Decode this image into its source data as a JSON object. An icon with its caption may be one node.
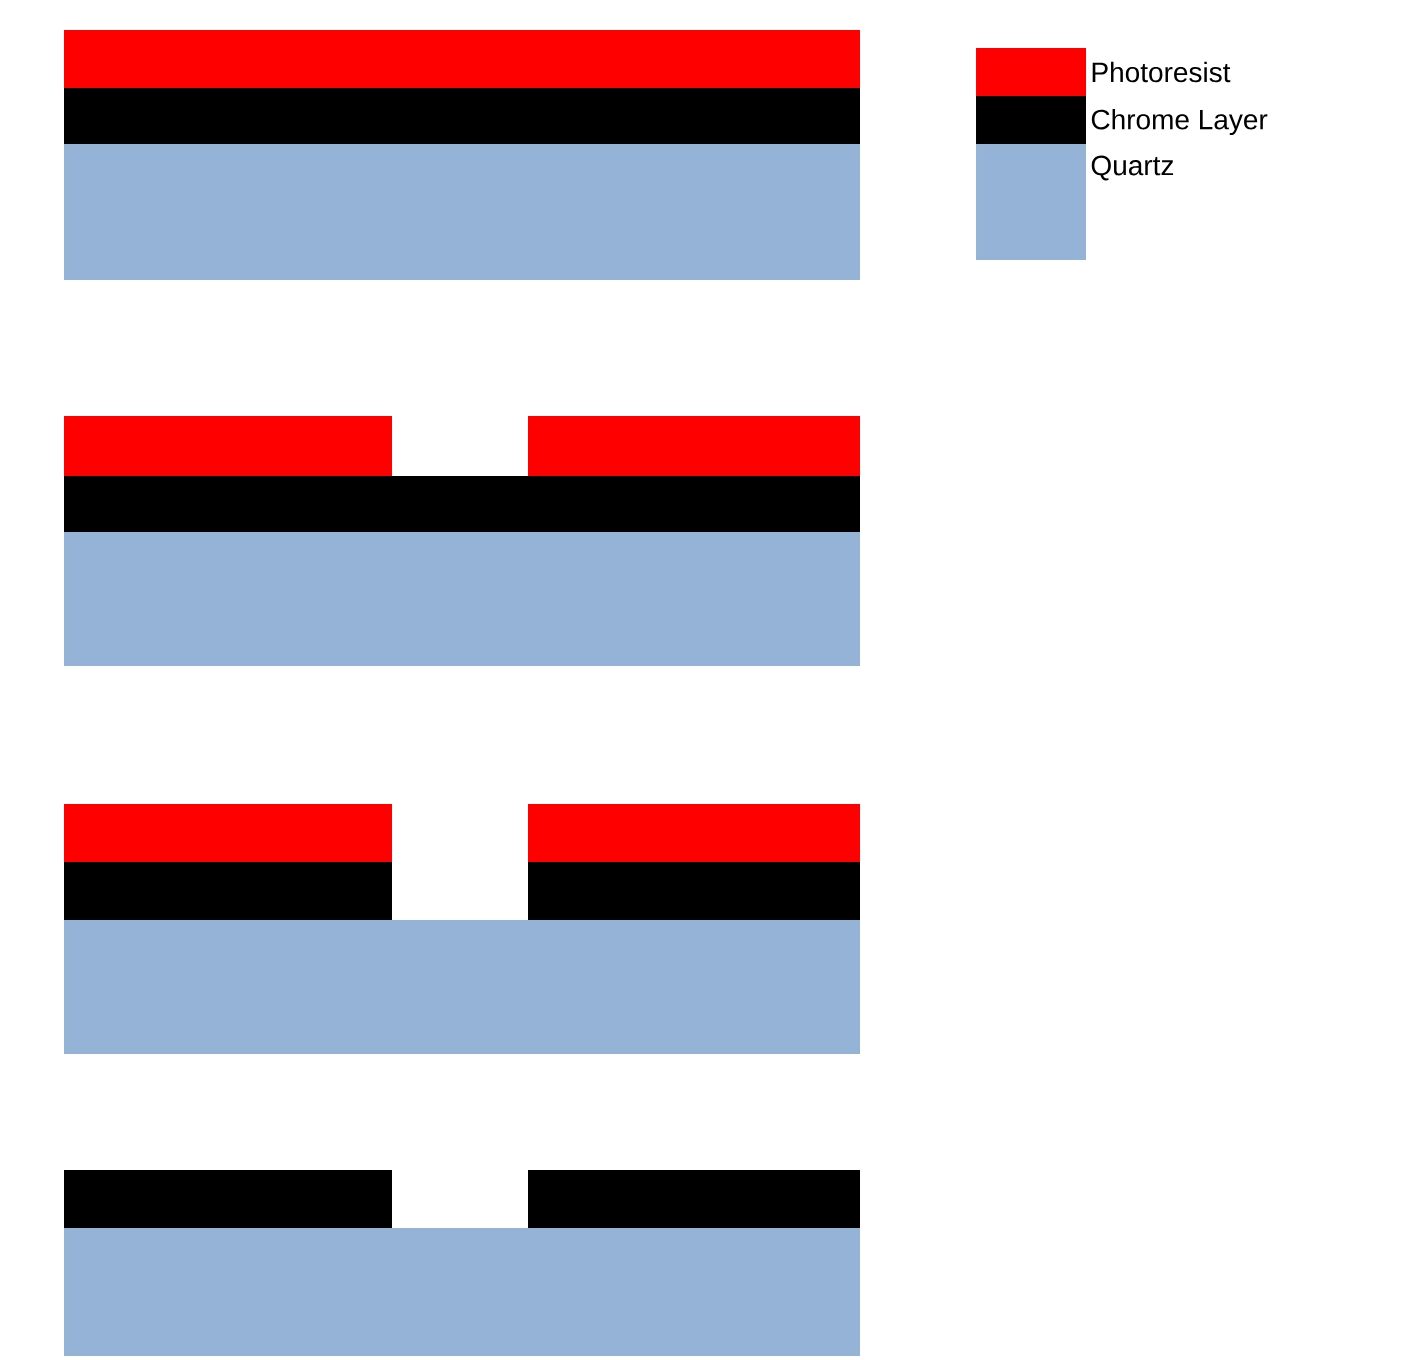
{
  "diagram": {
    "legend": [
      {
        "text": "Photoresist",
        "color": "#ff0000"
      },
      {
        "text": "Chrome Layer",
        "color": "#000000"
      },
      {
        "text": "Quartz",
        "color": "#95b3d7"
      }
    ]
  }
}
